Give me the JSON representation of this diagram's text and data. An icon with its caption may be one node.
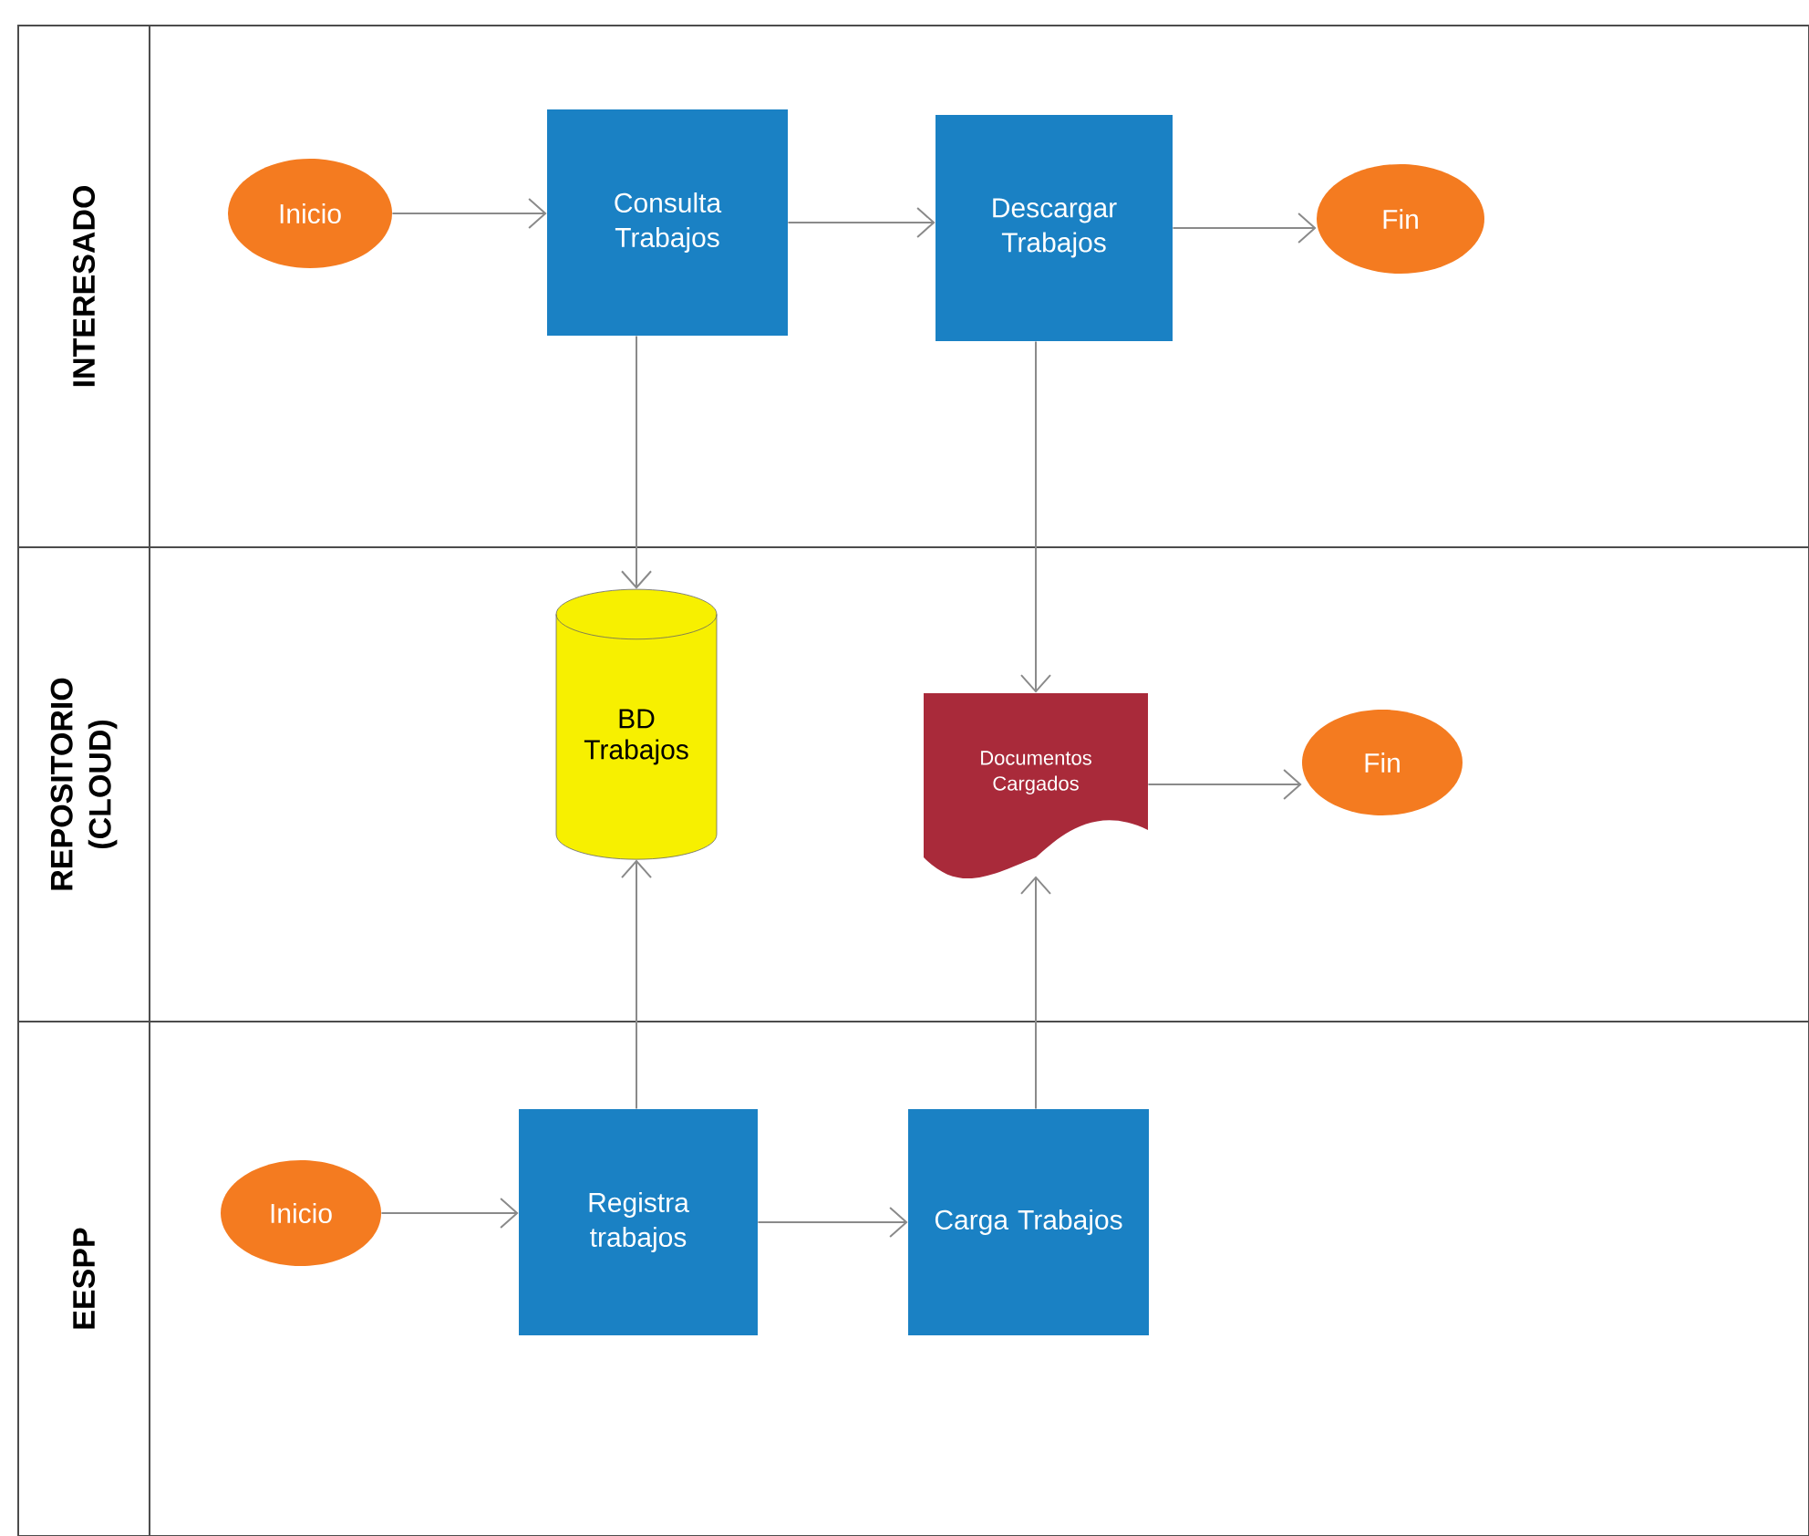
{
  "diagram": {
    "nodes": [
      {
        "text": [
          "INTERESADO"
        ]
      },
      {
        "text": [
          "Inicio"
        ],
        "in": 0
      },
      {
        "text": [
          "Consulta Trabajos"
        ],
        "in": 0
      },
      {
        "text": [
          "Descargar Trabajos"
        ],
        "in": 0
      },
      {
        "text": [
          "Fin"
        ],
        "in": 0
      },
      {
        "text": [
          "REPOSITORIO (CLOUD)"
        ]
      },
      {
        "text": [
          "BD Trabajos"
        ],
        "in": 5
      },
      {
        "text": [
          "Documentos Cargados"
        ],
        "in": 5
      },
      {
        "text": [
          "Fin"
        ],
        "in": 5
      },
      {
        "text": [
          "EESPP"
        ]
      },
      {
        "text": [
          "Inicio"
        ],
        "in": 9
      },
      {
        "text": [
          "Registra trabajos"
        ],
        "in": 9
      },
      {
        "text": [
          "Carga Trabajos"
        ],
        "in": 9
      }
    ],
    "edges": [
      {
        "from": 1,
        "to": 2,
        "arrow": "to"
      },
      {
        "from": 2,
        "to": 3,
        "arrow": "to"
      },
      {
        "from": 3,
        "to": 4,
        "arrow": "to"
      },
      {
        "from": 2,
        "to": 6,
        "arrow": "to"
      },
      {
        "from": 3,
        "to": 7,
        "arrow": "to"
      },
      {
        "from": 7,
        "to": 8,
        "arrow": "to"
      },
      {
        "from": 10,
        "to": 11,
        "arrow": "to"
      },
      {
        "from": 11,
        "to": 12,
        "arrow": "to"
      },
      {
        "from": 11,
        "to": 6,
        "arrow": "to"
      },
      {
        "from": 12,
        "to": 7,
        "arrow": "to"
      }
    ]
  }
}
